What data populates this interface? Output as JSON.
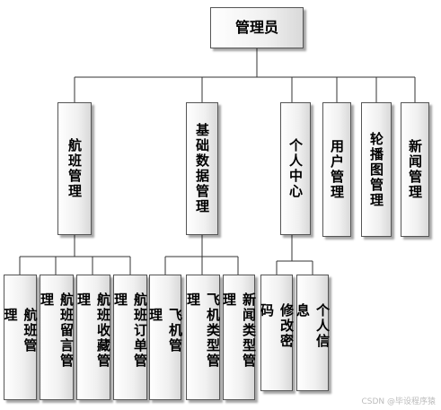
{
  "root": {
    "label": "管理员"
  },
  "level1": [
    {
      "id": "flight",
      "label": "航班管理"
    },
    {
      "id": "basic",
      "label": "基础数据管理"
    },
    {
      "id": "personal",
      "label": "个人中心"
    },
    {
      "id": "user",
      "label": "用户管理"
    },
    {
      "id": "carousel",
      "label": "轮播图管理"
    },
    {
      "id": "news",
      "label": "新闻管理"
    }
  ],
  "level2": {
    "flight": [
      "航班管理",
      "航班留言管理",
      "航班收藏管理",
      "航班订单管理"
    ],
    "basic": [
      "飞机管理",
      "飞机类型管理",
      "新闻类型管理"
    ],
    "personal": [
      "修改密码",
      "个人信息"
    ]
  },
  "watermark": "CSDN @毕设程序猿"
}
